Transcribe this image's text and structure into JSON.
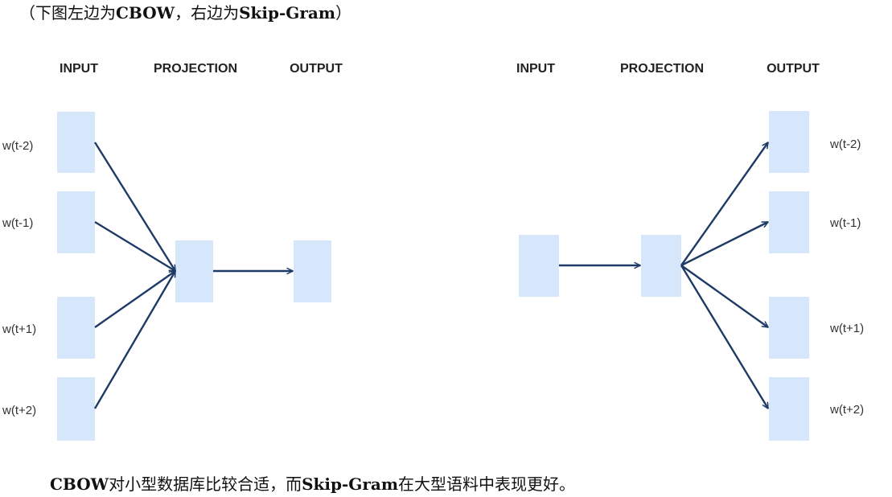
{
  "caption_top": {
    "open_paren": "（",
    "part1": "下图左边为",
    "cbow": "CBOW",
    "part2": "，右边为",
    "skipgram": "Skip-Gram",
    "close_paren": "）"
  },
  "caption_bottom": {
    "cbow": "CBOW",
    "part1": "对小型数据库比较合适，而",
    "skipgram": "Skip-Gram",
    "part2": "在大型语料中表现更好。"
  },
  "cbow": {
    "headers": {
      "input": "INPUT",
      "projection": "PROJECTION",
      "output": "OUTPUT"
    },
    "inputs": [
      "w(t-2)",
      "w(t-1)",
      "w(t+1)",
      "w(t+2)"
    ]
  },
  "skipgram": {
    "headers": {
      "input": "INPUT",
      "projection": "PROJECTION",
      "output": "OUTPUT"
    },
    "outputs": [
      "w(t-2)",
      "w(t-1)",
      "w(t+1)",
      "w(t+2)"
    ]
  },
  "colors": {
    "box": "#d6e6fb",
    "arrow": "#1e3a66"
  }
}
